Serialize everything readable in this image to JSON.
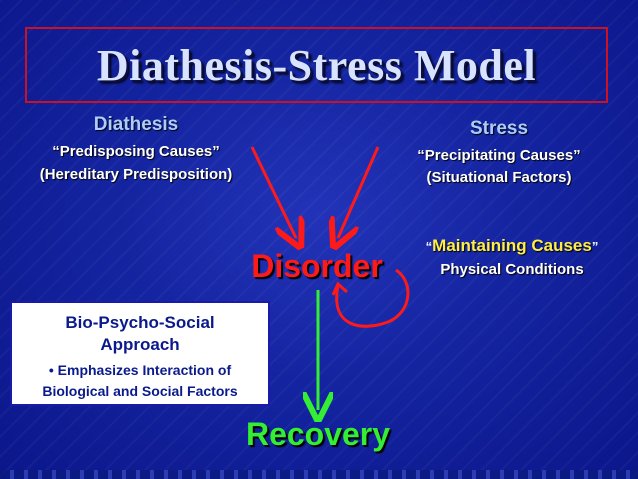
{
  "slide": {
    "title": "Diathesis-Stress Model",
    "diathesis": {
      "heading": "Diathesis",
      "line1": "“Predisposing Causes”",
      "line2": "(Hereditary Predisposition)"
    },
    "stress": {
      "heading": "Stress",
      "line1": "“Precipitating Causes”",
      "line2": "(Situational Factors)"
    },
    "maintaining": {
      "open_quote": "“",
      "label": "Maintaining Causes",
      "close_quote": "”",
      "line2": "Physical Conditions"
    },
    "disorder": "Disorder",
    "recovery": "Recovery",
    "bps": {
      "title_line1": "Bio-Psycho-Social",
      "title_line2": "Approach",
      "bullet": "•",
      "body_line1": "Emphasizes Interaction of",
      "body_line2": "Biological and Social Factors"
    }
  },
  "colors": {
    "background": "#1424a0",
    "title_border": "#cc1122",
    "disorder": "#ff1a1a",
    "recovery": "#33ee33",
    "maintaining": "#ffee44",
    "heading": "#aaccff"
  }
}
